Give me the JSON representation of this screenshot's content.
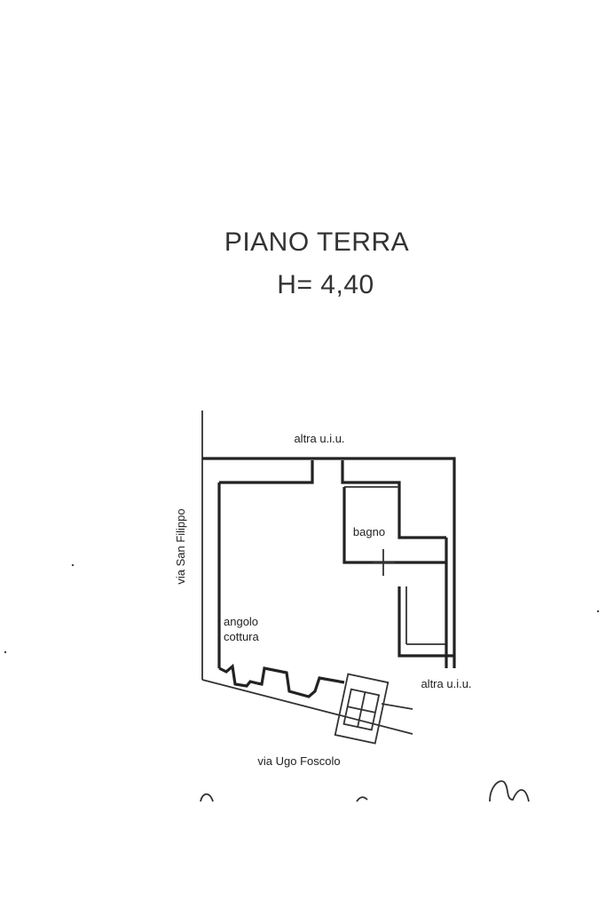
{
  "title": {
    "floor": "PIANO TERRA",
    "height": "H= 4,40"
  },
  "labels": {
    "top_neighbor": "altra u.i.u.",
    "right_neighbor": "altra u.i.u.",
    "bathroom": "bagno",
    "kitchen_line1": "angolo",
    "kitchen_line2": "cottura",
    "street_left": "via San Filippo",
    "street_bottom": "via Ugo Foscolo"
  }
}
